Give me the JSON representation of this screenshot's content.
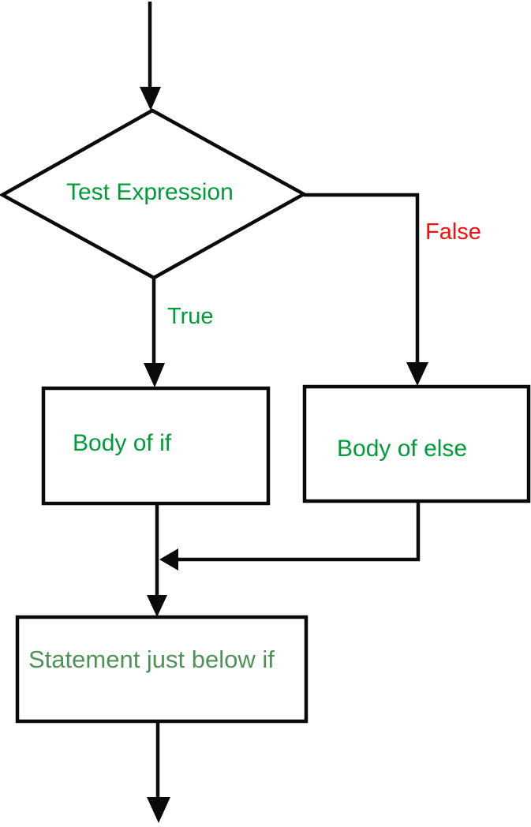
{
  "diagram": {
    "title": "if-else flowchart",
    "decision": {
      "shape": "diamond",
      "label": "Test Expression"
    },
    "branch_true": {
      "label": "True"
    },
    "branch_false": {
      "label": "False"
    },
    "body_if": {
      "shape": "rectangle",
      "label": "Body of if"
    },
    "body_else": {
      "shape": "rectangle",
      "label": "Body of else"
    },
    "statement": {
      "shape": "rectangle",
      "label": "Statement just below if"
    }
  },
  "colors": {
    "flow_green": "#009c39",
    "statement_green": "#4f9258",
    "false_red": "#f90d0d",
    "line_black": "#0a0a0a",
    "background": "#ffffff"
  }
}
